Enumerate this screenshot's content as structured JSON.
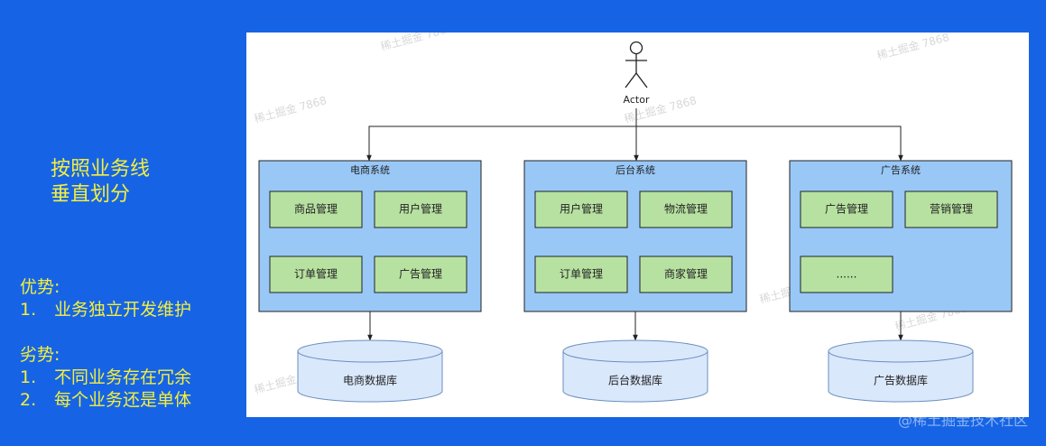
{
  "left_panel": {
    "heading_line1": "按照业务线",
    "heading_line2": "垂直划分",
    "pros": {
      "title": "优势:",
      "items": [
        {
          "num": "1.",
          "text": "业务独立开发维护"
        }
      ]
    },
    "cons": {
      "title": "劣势:",
      "items": [
        {
          "num": "1.",
          "text": "不同业务存在冗余"
        },
        {
          "num": "2.",
          "text": "每个业务还是单体"
        }
      ]
    }
  },
  "diagram": {
    "actor_label": "Actor",
    "systems": [
      {
        "title": "电商系统",
        "modules": [
          "商品管理",
          "用户管理",
          "订单管理",
          "广告管理"
        ],
        "database": "电商数据库"
      },
      {
        "title": "后台系统",
        "modules": [
          "用户管理",
          "物流管理",
          "订单管理",
          "商家管理"
        ],
        "database": "后台数据库"
      },
      {
        "title": "广告系统",
        "modules": [
          "广告管理",
          "营销管理",
          "......"
        ],
        "database": "广告数据库"
      }
    ],
    "colors": {
      "system_fill": "#99c8f7",
      "module_fill": "#b7e1a1",
      "module_border": "#82b366",
      "db_fill": "#dae8fc",
      "db_border": "#6c8ebf",
      "line": "#222222"
    },
    "watermark": "稀土掘金 7868"
  },
  "footer": {
    "watermark": "@稀土掘金技术社区"
  }
}
